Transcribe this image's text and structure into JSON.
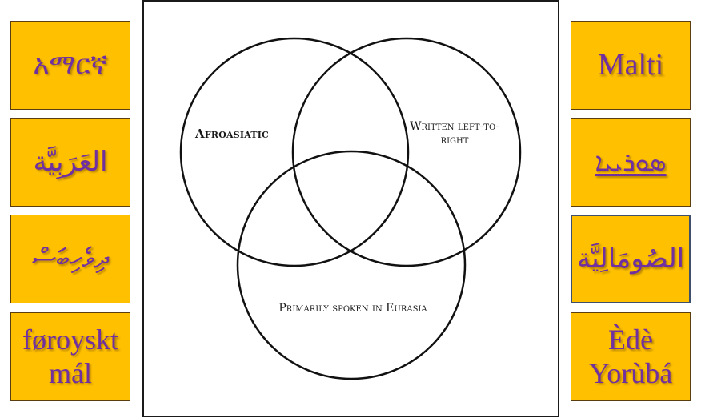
{
  "diagram": {
    "type": "venn",
    "sets": [
      {
        "id": "afroasiatic",
        "label": "Afroasiatic"
      },
      {
        "id": "ltr",
        "label": "Written left-to-right"
      },
      {
        "id": "eurasia",
        "label": "Primarily spoken in Eurasia"
      }
    ],
    "labels": {
      "afroasiatic": "Afroasiatic",
      "ltr": "Written left-to-right",
      "eurasia": "Primarily spoken in Eurasia"
    },
    "colors": {
      "box_background": "#FFC000",
      "box_text": "#7030A0",
      "box_border": "#5a3d10",
      "circle_stroke": "#111111",
      "frame_border": "#1a1a1a"
    }
  },
  "left_column": [
    {
      "name": "Amharic",
      "text": "አማርኛ"
    },
    {
      "name": "Arabic",
      "text": "العَرَبِيَّة"
    },
    {
      "name": "Dhivehi",
      "text": "ދިވެހިބަސް"
    },
    {
      "name": "Faroese",
      "line1": "føroyskt",
      "line2": "mál"
    }
  ],
  "right_column": [
    {
      "name": "Maltese",
      "text": "Malti"
    },
    {
      "name": "Aramaic",
      "text": "ܣܘܪܝܝܐ"
    },
    {
      "name": "Somali",
      "text": "الصُومَالِيَّة"
    },
    {
      "name": "Yoruba",
      "line1": "Èdè",
      "line2": "Yorùbá"
    }
  ]
}
